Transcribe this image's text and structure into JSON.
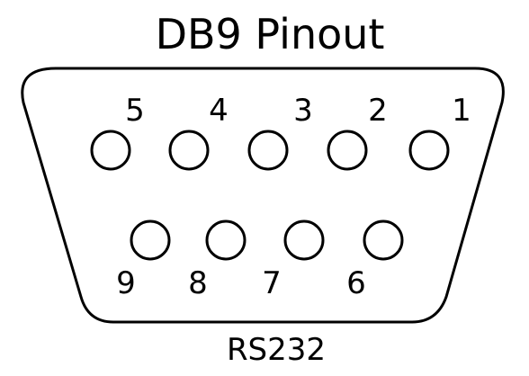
{
  "title": "DB9 Pinout",
  "caption": "RS232",
  "pins": {
    "top_row": [
      "5",
      "4",
      "3",
      "2",
      "1"
    ],
    "bottom_row": [
      "9",
      "8",
      "7",
      "6"
    ]
  },
  "colors": {
    "stroke": "#000000",
    "background": "#ffffff"
  }
}
